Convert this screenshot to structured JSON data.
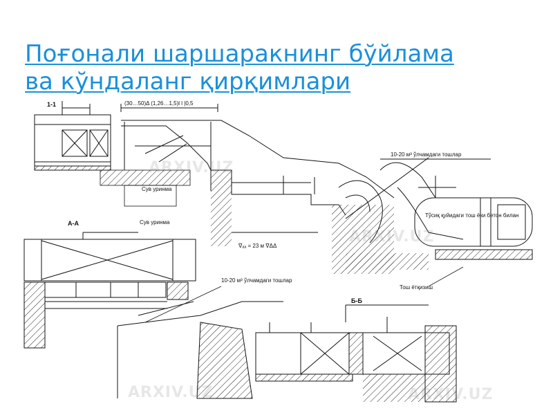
{
  "slide": {
    "title_line1": "Поғонали шаршаракнинг бўйлама",
    "title_line2": "ва кўндаланг қирқимлари",
    "title_color": "#1a90d9"
  },
  "drawing": {
    "labels": {
      "top_dims": "(30…50)Δ    (1,26…1,5)l    l    |0,5",
      "stilling_basin_note": "Сув уринма",
      "upper_right_note": "10-20 м³ ўлчамдаги тошлар",
      "middle_left_note": "Сув уринма",
      "middle_note": "10-20 м³ ўлчамдаги тошлар",
      "bottom_right_note": "Тош ётқизиш",
      "river_bed_elev": "∇ₐₐ = 23 м    ∇ΔΔ",
      "section_mark_top": "1-1",
      "section_mark_left": "А-А",
      "section_mark_bottom": "Б-Б",
      "box_note": "Тўсиқ қуйидаги тош ёки бетон билан"
    },
    "watermark_text": "ARXIV.UZ"
  }
}
